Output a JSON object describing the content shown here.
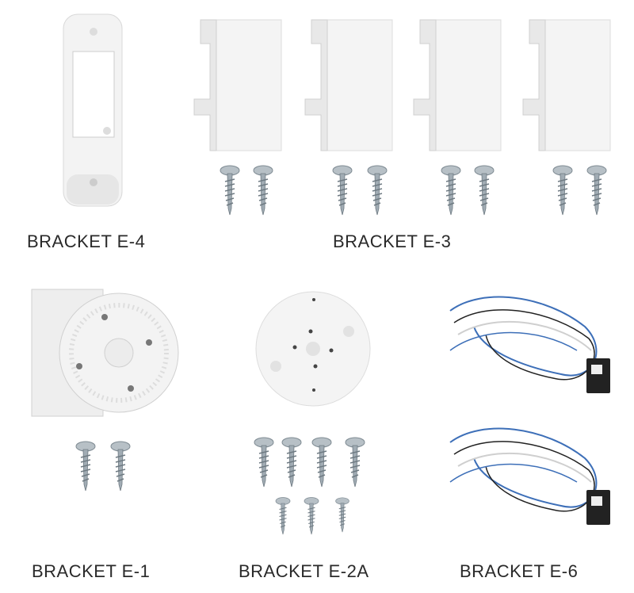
{
  "labels": {
    "e4": "BRACKET E-4",
    "e3": "BRACKET E-3",
    "e1": "BRACKET E-1",
    "e2a": "BRACKET E-2A",
    "e6": "BRACKET E-6"
  },
  "colors": {
    "plastic": "#f2f2f2",
    "outline": "#d4d4d4",
    "screw": "#9aa6ae",
    "wire_blue": "#3d6fb8",
    "wire_black": "#222222",
    "wire_white": "#cfcfcf"
  }
}
